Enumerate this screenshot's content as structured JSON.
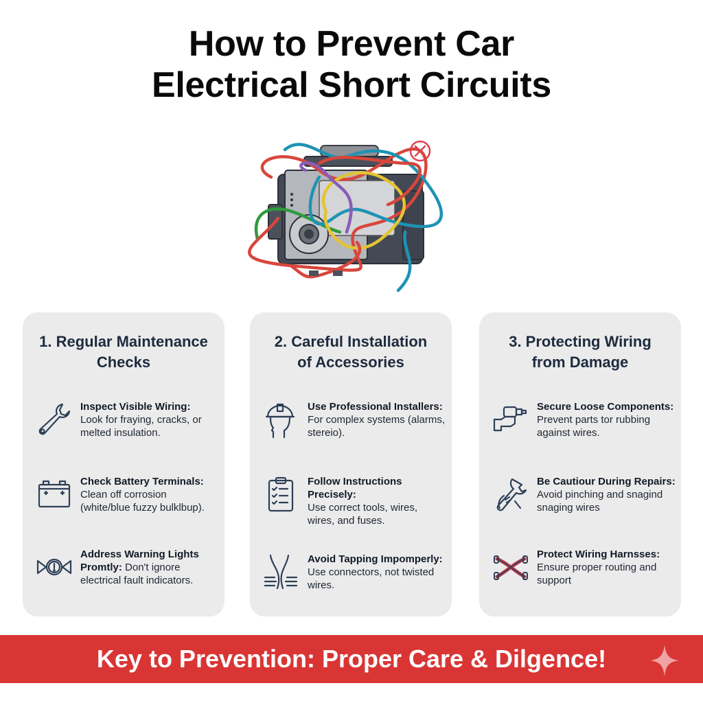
{
  "title": {
    "line1": "How to Prevent Car",
    "line2": "Electrical Short Circuits"
  },
  "hero": {
    "image": "tangled-wires-engine-illustration",
    "badge_icon": "x-circle-icon"
  },
  "colors": {
    "card_bg": "#ebebeb",
    "heading_text": "#1d2b3e",
    "banner_bg": "#d93535",
    "icon_stroke": "#2d3f57",
    "warning_red": "#d9434f"
  },
  "sections": [
    {
      "heading_line1": "1. Regular Maintenance",
      "heading_line2": "Checks",
      "items": [
        {
          "icon": "wrench-icon",
          "title": "Inspect Visible Wiring:",
          "text": "Look for fraying, cracks, or melted insulation."
        },
        {
          "icon": "battery-icon",
          "title": "Check Battery Terminals:",
          "text": "Clean off corrosion (white/blue fuzzy bulklbup)."
        },
        {
          "icon": "warning-light-icon",
          "title": "Address Warning Lights Promtly:",
          "text": "Don't ignore electrical fault indicators."
        }
      ]
    },
    {
      "heading_line1": "2. Careful Installation",
      "heading_line2": "of Accessories",
      "items": [
        {
          "icon": "hardhat-worker-icon",
          "title": "Use Professional Installers:",
          "text": "For complex systems (alarms, stereio)."
        },
        {
          "icon": "clipboard-checklist-icon",
          "title": "Follow Instructions Precisely:",
          "text": "Use correct tools, wires, wires, and fuses."
        },
        {
          "icon": "wire-connector-icon",
          "title": "Avoid Tapping Impomperly:",
          "text": "Use connectors, not twisted wires."
        }
      ]
    },
    {
      "heading_line1": "3. Protecting Wiring",
      "heading_line2": "from Damage",
      "items": [
        {
          "icon": "clamp-hand-icon",
          "title": "Secure Loose Components:",
          "text": "Prevent parts tor rubbing against wires."
        },
        {
          "icon": "hand-wrench-icon",
          "title": "Be Cautiour During Repairs:",
          "text": "Avoid pinching and snagind snaging wires"
        },
        {
          "icon": "crossed-harness-icon",
          "title": "Protect Wiring Harnsses:",
          "text": "Ensure proper routing and support"
        }
      ]
    }
  ],
  "banner": {
    "text": "Key to Prevention: Proper Care & Dilgence!",
    "icon": "sparkle-icon"
  }
}
